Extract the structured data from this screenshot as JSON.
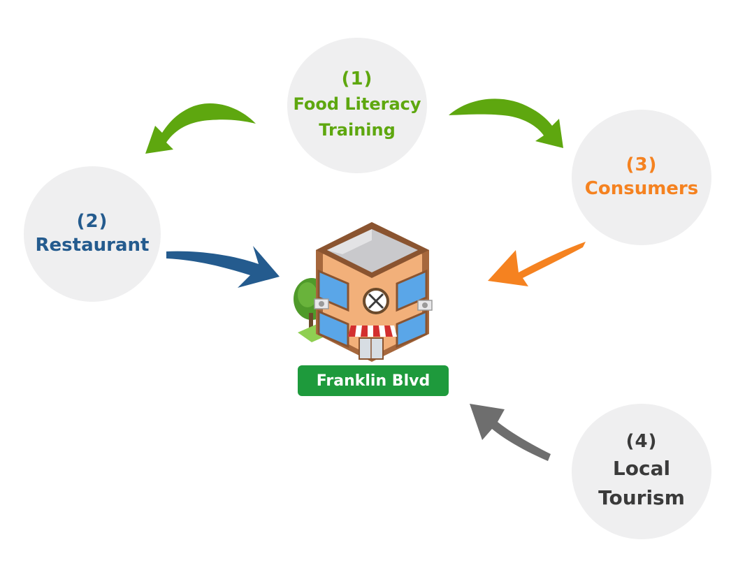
{
  "colors": {
    "green": "#5ea70f",
    "blue": "#245b8e",
    "orange": "#f58220",
    "gray": "#6e6e6e",
    "dark": "#3a3a3a",
    "badge": "#1e9a3c",
    "node_bg": "#efeff0"
  },
  "nodes": [
    {
      "id": "food-literacy-training",
      "number": "(1)",
      "label_lines": [
        "Food Literacy",
        "Training"
      ],
      "color_key": "green"
    },
    {
      "id": "restaurant",
      "number": "(2)",
      "label_lines": [
        "Restaurant"
      ],
      "color_key": "blue"
    },
    {
      "id": "consumers",
      "number": "(3)",
      "label_lines": [
        "Consumers"
      ],
      "color_key": "orange"
    },
    {
      "id": "local-tourism",
      "number": "(4)",
      "label_lines": [
        "Local",
        "Tourism"
      ],
      "color_key": "dark"
    }
  ],
  "center": {
    "label": "Franklin Blvd",
    "icon": "restaurant-building-icon",
    "emblem_icon": "fork-knife-icon"
  },
  "edges": [
    {
      "from": "food-literacy-training",
      "to": "restaurant",
      "color_key": "green"
    },
    {
      "from": "food-literacy-training",
      "to": "consumers",
      "color_key": "green"
    },
    {
      "from": "restaurant",
      "to": "center",
      "color_key": "blue"
    },
    {
      "from": "consumers",
      "to": "center",
      "color_key": "orange"
    },
    {
      "from": "local-tourism",
      "to": "center",
      "color_key": "gray"
    }
  ]
}
